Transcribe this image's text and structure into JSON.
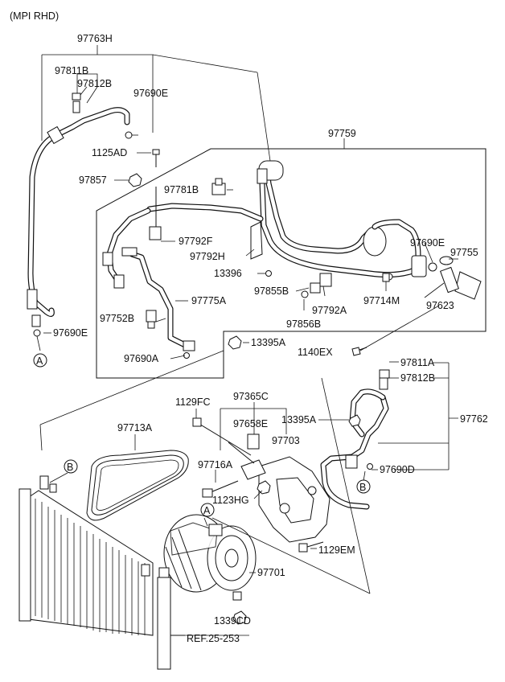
{
  "header": {
    "title": "(MPI RHD)"
  },
  "callouts": {
    "c97763H": "97763H",
    "c97811B": "97811B",
    "c97812B": "97812B",
    "c97690E_top": "97690E",
    "c1125AD": "1125AD",
    "c97759": "97759",
    "c97857": "97857",
    "c97781B": "97781B",
    "c97792F": "97792F",
    "c97792H": "97792H",
    "c13396": "13396",
    "c97690E_right": "97690E",
    "c97755": "97755",
    "c97855B": "97855B",
    "c97792A": "97792A",
    "c97714M": "97714M",
    "c97623": "97623",
    "c97856B": "97856B",
    "c97752B": "97752B",
    "c97775A": "97775A",
    "c97690E_left": "97690E",
    "c13395A_mid": "13395A",
    "c97690A": "97690A",
    "c1140EX": "1140EX",
    "c97811A": "97811A",
    "c97812B_b": "97812B",
    "c1129FC": "1129FC",
    "c97365C": "97365C",
    "c13395A_b": "13395A",
    "c97762": "97762",
    "c97713A": "97713A",
    "c97658E": "97658E",
    "c97703": "97703",
    "c97716A": "97716A",
    "c97690D": "97690D",
    "c1123HG": "1123HG",
    "c1129EM": "1129EM",
    "c97701": "97701",
    "c1339CD": "1339CD",
    "ref": "REF.25-253"
  },
  "markers": {
    "A": "A",
    "B": "B"
  }
}
